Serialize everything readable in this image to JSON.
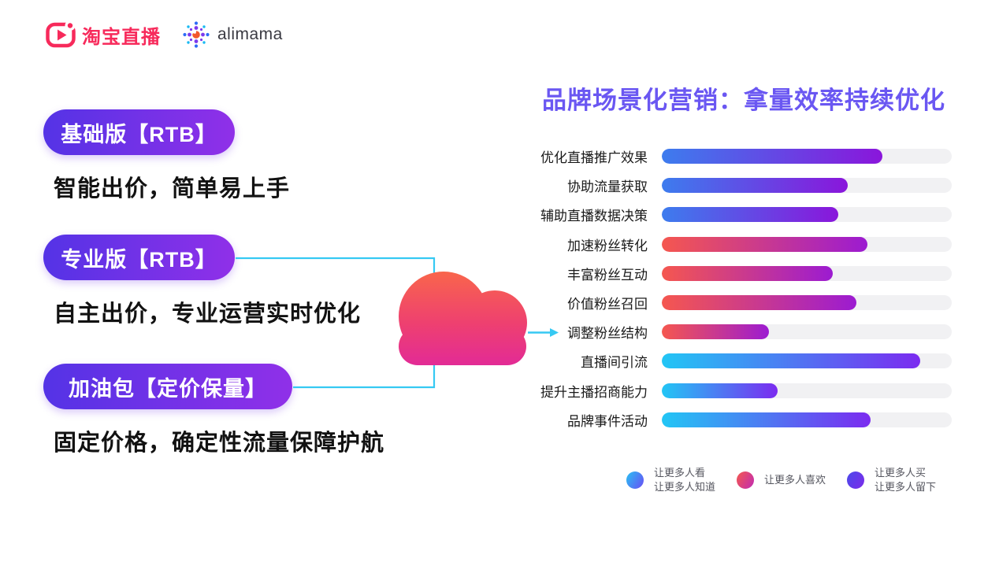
{
  "header": {
    "taobao_logo_text": "淘宝直播",
    "alimama_logo_text": "alimama"
  },
  "left_panel": {
    "items": [
      {
        "badge": "基础版【RTB】",
        "desc": "智能出价，简单易上手"
      },
      {
        "badge": "专业版【RTB】",
        "desc": "自主出价，专业运营实时优化"
      },
      {
        "badge": "加油包【定价保量】",
        "desc": "固定价格，确定性流量保障护航"
      }
    ]
  },
  "chart_data": {
    "type": "bar",
    "orientation": "horizontal",
    "title": "品牌场景化营销：拿量效率持续优化",
    "categories": [
      "优化直播推广效果",
      "协助流量获取",
      "辅助直播数据决策",
      "加速粉丝转化",
      "丰富粉丝互动",
      "价值粉丝召回",
      "调整粉丝结构",
      "直播间引流",
      "提升主播招商能力",
      "品牌事件活动"
    ],
    "values": [
      76,
      64,
      61,
      71,
      59,
      67,
      37,
      89,
      40,
      72
    ],
    "xlim": [
      0,
      100
    ],
    "grid": false,
    "numeric_axis_shown": false,
    "group_of": [
      "awareness",
      "awareness",
      "awareness",
      "like",
      "like",
      "like",
      "like",
      "reach",
      "reach",
      "reach"
    ],
    "groups": {
      "awareness": {
        "start": "#3D7CEE",
        "end": "#8A16DB"
      },
      "like": {
        "start": "#F5574F",
        "end": "#9C1BD1"
      },
      "reach": {
        "start": "#22C6F5",
        "end": "#7B2BF0"
      }
    },
    "annotation_arrow_category": "调整粉丝结构",
    "legend_position": "bottom",
    "legend": [
      {
        "lines": [
          "让更多人看",
          "让更多人知道"
        ],
        "start": "#29C1F2",
        "end": "#6A4DF6"
      },
      {
        "lines": [
          "让更多人喜欢"
        ],
        "start": "#F4584E",
        "end": "#C12BB4"
      },
      {
        "lines": [
          "让更多人买",
          "让更多人留下"
        ],
        "start": "#4B4AEA",
        "end": "#7C2BEA"
      }
    ]
  },
  "colors": {
    "title": "#6A57F2",
    "connector_cyan": "#36C9F3",
    "pill_gradient": [
      "#5433E6",
      "#9030E8"
    ],
    "cloud_gradient": [
      "#F9664B",
      "#E22A97"
    ],
    "taobao_pink": "#F72A5B",
    "bar_track": "#F1F1F3",
    "body_text": "#121212"
  }
}
